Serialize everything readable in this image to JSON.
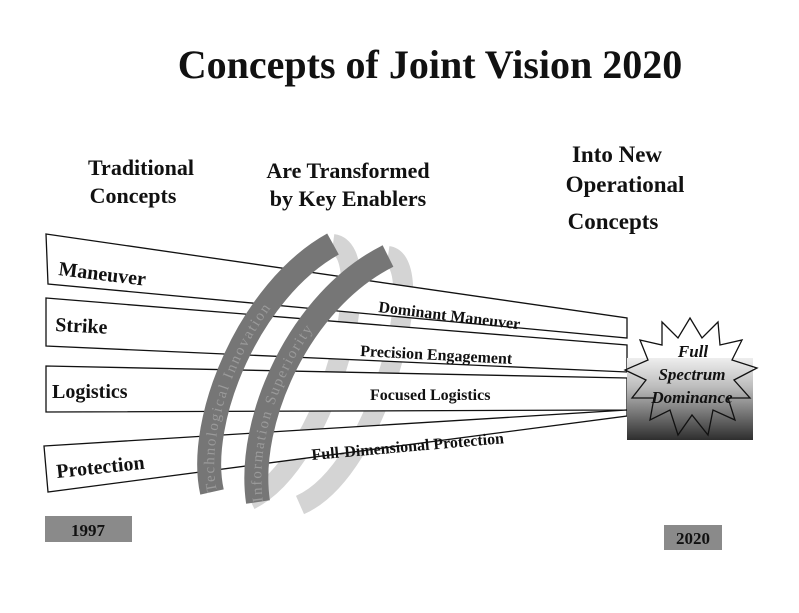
{
  "title": "Concepts of Joint Vision 2020",
  "headings": {
    "left": [
      "Traditional",
      "Concepts"
    ],
    "middle": [
      "Are Transformed",
      "by Key Enablers"
    ],
    "right": [
      "Into New",
      "Operational",
      "Concepts"
    ]
  },
  "traditional": [
    "Maneuver",
    "Strike",
    "Logistics",
    "Protection"
  ],
  "operational": [
    "Dominant Maneuver",
    "Precision Engagement",
    "Focused Logistics",
    "Full-Dimensional Protection"
  ],
  "enablers": [
    "Technological Innovation",
    "Information Superiority"
  ],
  "goal": [
    "Full",
    "Spectrum",
    "Dominance"
  ],
  "years": {
    "start": "1997",
    "end": "2020"
  },
  "colors": {
    "ring": "#767676",
    "ring_back": "#d4d4d4",
    "box_top": "#e0e0e0",
    "box_bottom": "#3a3a3a"
  }
}
